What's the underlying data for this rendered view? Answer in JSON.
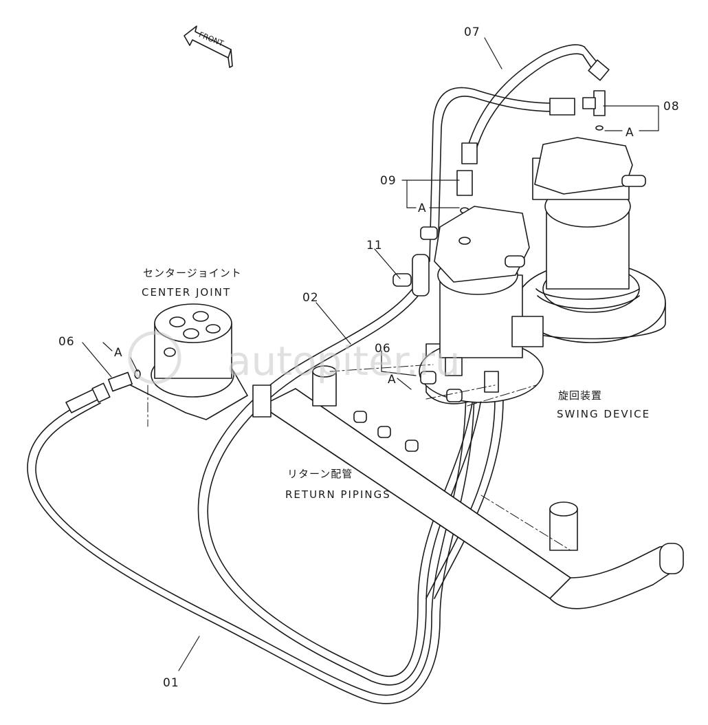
{
  "front_label": "FRONT",
  "parts": {
    "p01": "01",
    "p02": "02",
    "p06a": "06",
    "p06b": "06",
    "p07": "07",
    "p08": "08",
    "p09": "09",
    "p11": "11"
  },
  "detail_marks": {
    "a1": "A",
    "a2": "A",
    "a3": "A",
    "a4": "A"
  },
  "components": {
    "center_joint_jp": "センタージョイント",
    "center_joint_en": "CENTER JOINT",
    "swing_device_jp": "旋回装置",
    "swing_device_en": "SWING DEVICE",
    "return_pipings_jp": "リターン配管",
    "return_pipings_en": "RETURN PIPINGS"
  },
  "watermark": "autopiter.ru"
}
